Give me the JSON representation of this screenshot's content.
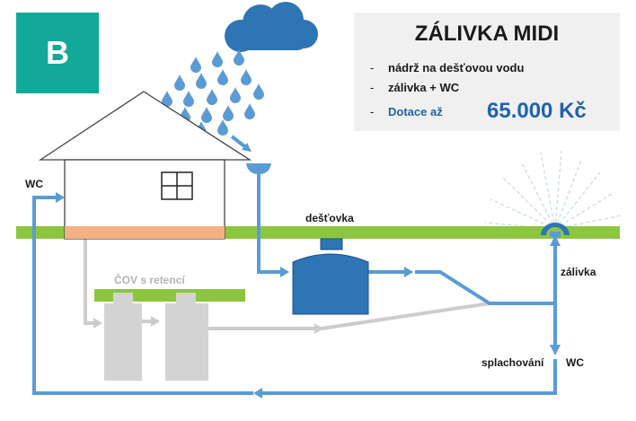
{
  "badge": {
    "letter": "B",
    "color": "#12a99a"
  },
  "info": {
    "title": "ZÁLIVKA MIDI",
    "bullets": [
      "nádrž na dešťovou vodu",
      "zálivka + WC"
    ],
    "subsidy_label": "Dotace až",
    "subsidy_amount": "65.000 Kč",
    "dash": "-"
  },
  "labels": {
    "wc_house": "WC",
    "tank": "dešťovka",
    "treatment": "ČOV s retencí",
    "irrigation": "zálivka",
    "flushing": "splachování",
    "wc_branch": "WC"
  },
  "colors": {
    "pipe_blue": "#5b9bd5",
    "tank_blue": "#2e75b6",
    "ground_green": "#8cc63f",
    "gray_pipe": "#c9c9c9",
    "panel_bg": "#f0f0f0"
  },
  "icons": [
    "rain-cloud-icon",
    "raindrop-icon",
    "house-icon",
    "sprinkler-icon"
  ]
}
